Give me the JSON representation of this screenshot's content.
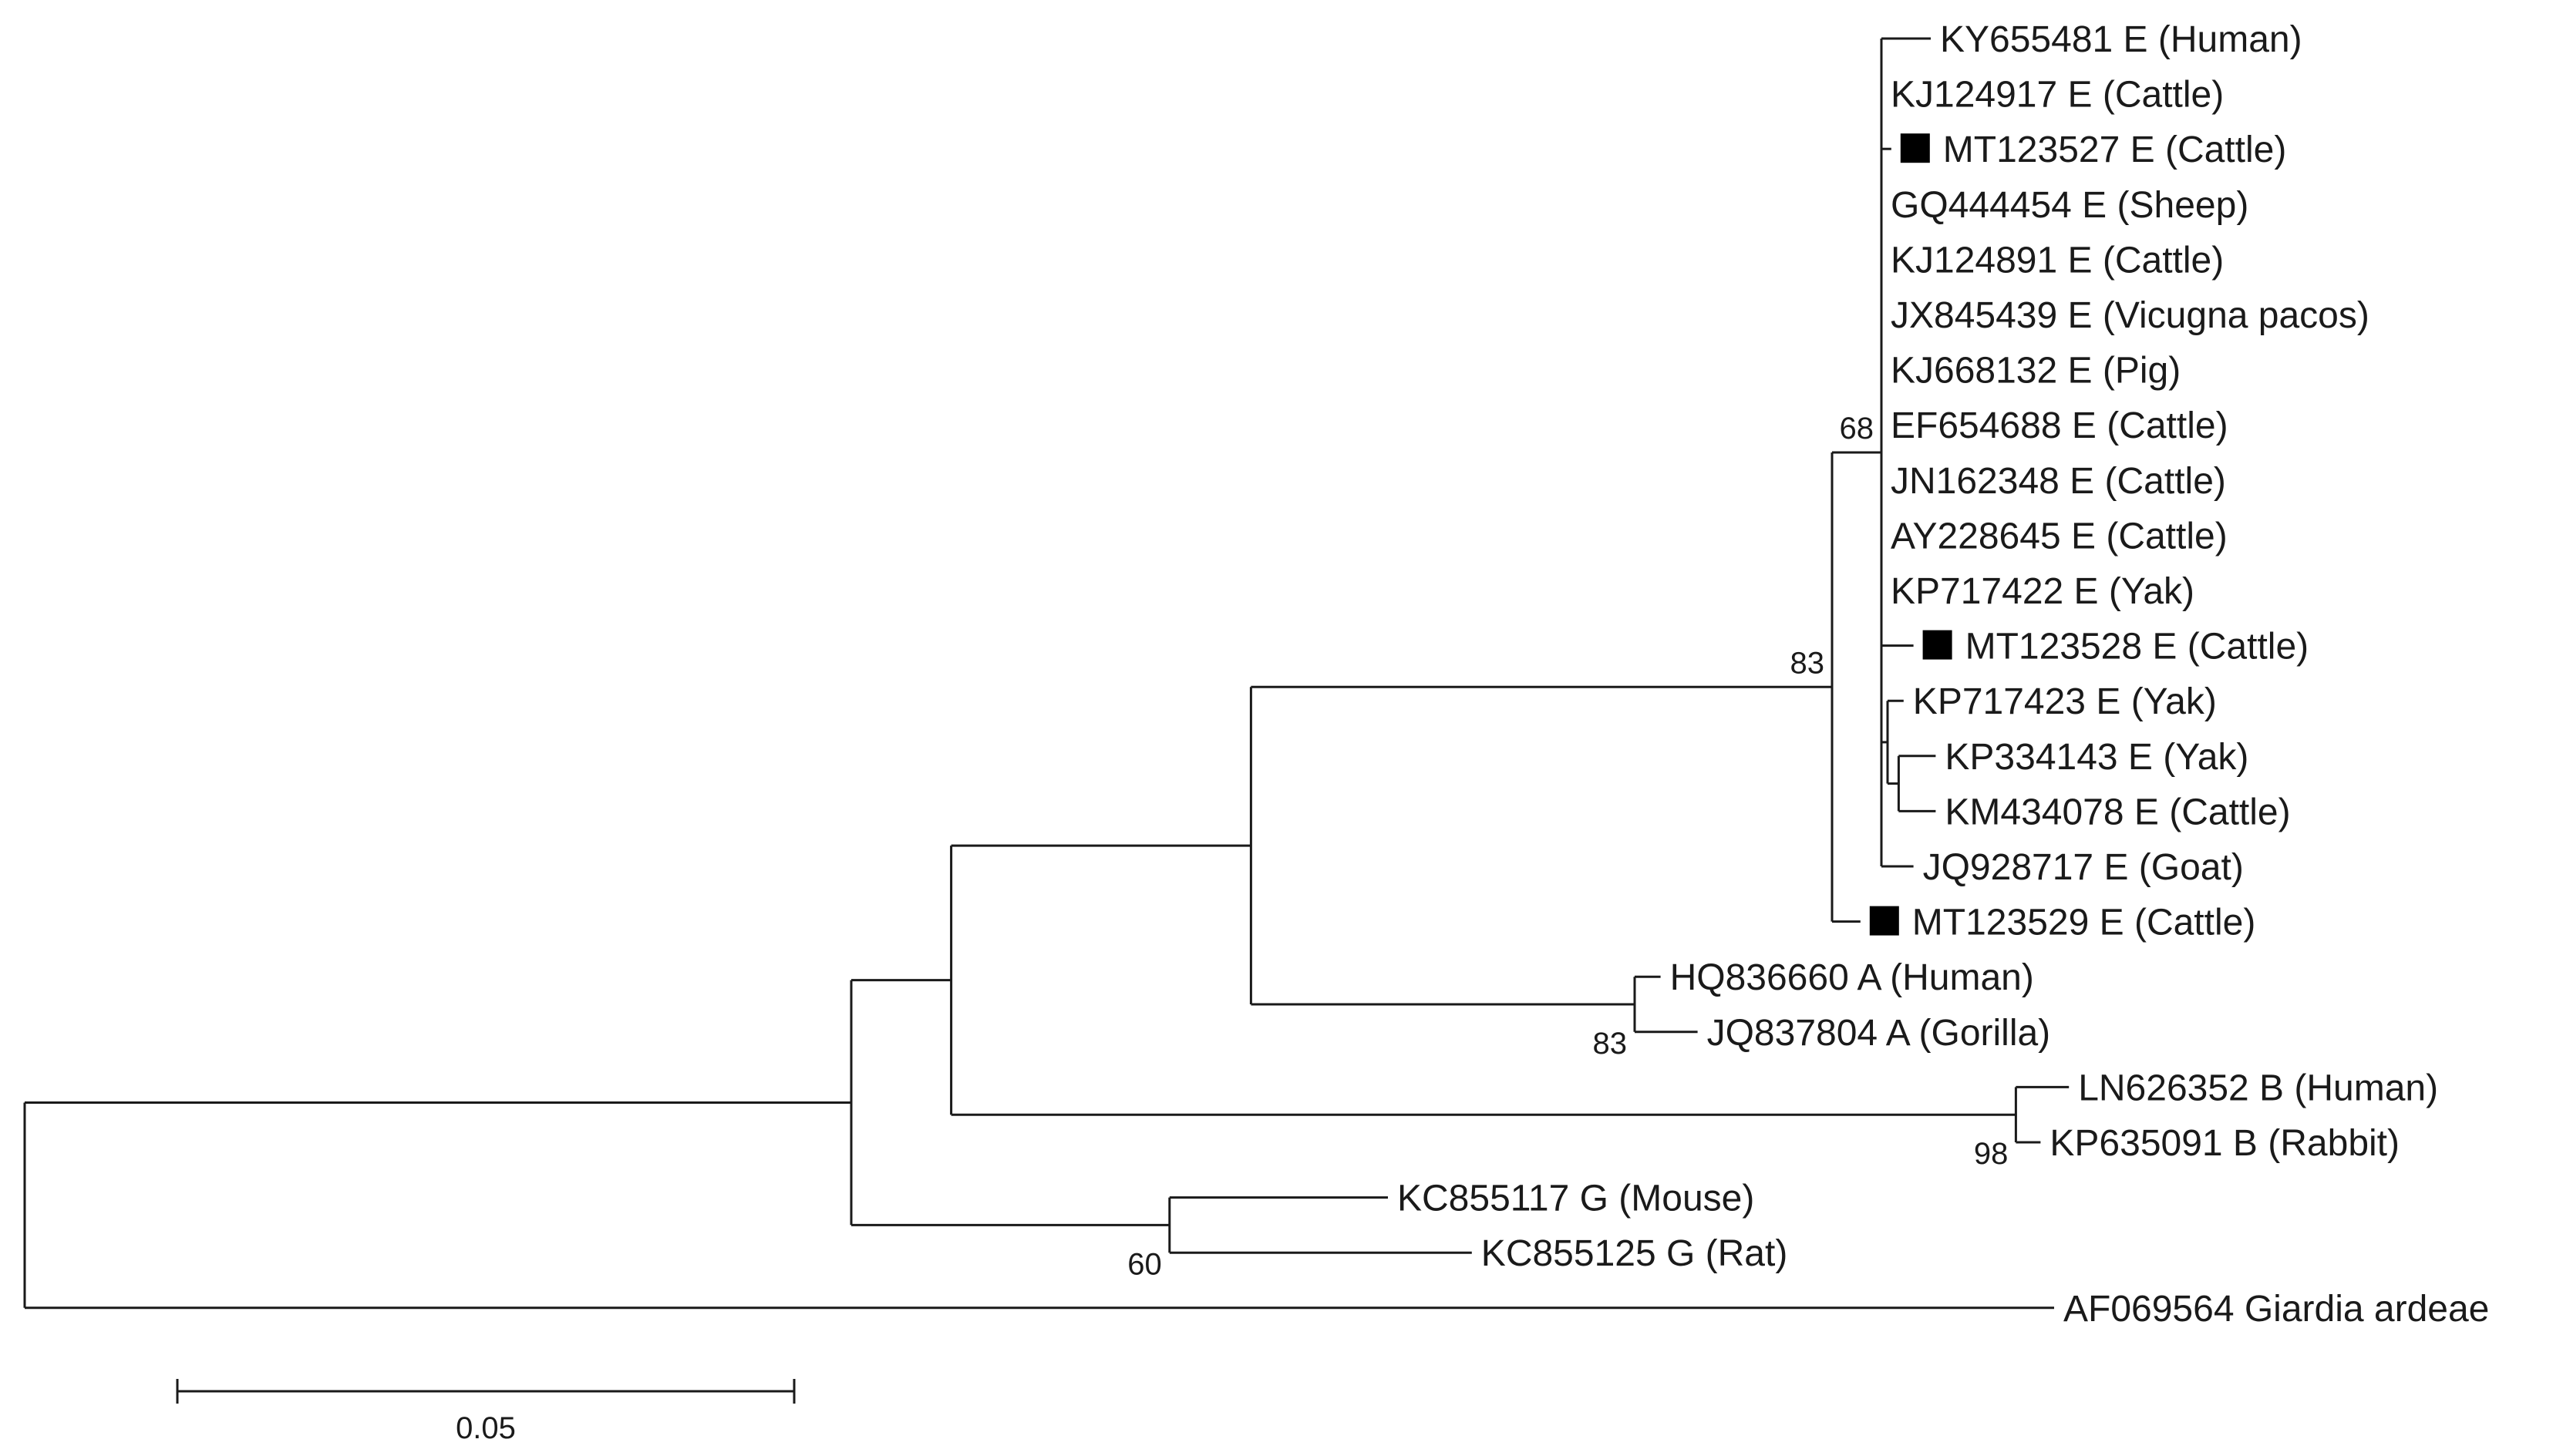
{
  "tree": {
    "type": "phylogenetic-tree",
    "ink_color": "#1a1a1a",
    "marker_color": "#000000",
    "scale": {
      "value": 0.05,
      "label": "0.05"
    },
    "root": {
      "id": "root",
      "children": [
        {
          "id": "ingroup",
          "length": 0.067,
          "children": [
            {
              "id": "nAEB",
              "length": 0.0081,
              "children": [
                {
                  "id": "nAE",
                  "length": 0.0243,
                  "children": [
                    {
                      "id": "nE",
                      "length": 0.0471,
                      "support": "83",
                      "children": [
                        {
                          "id": "nE1",
                          "length": 0.004,
                          "support": "68",
                          "children": [
                            {
                              "id": "t01",
                              "name": "KY655481 E (Human)",
                              "length": 0.004
                            },
                            {
                              "id": "t02",
                              "name": "KJ124917 E (Cattle)",
                              "length": 0.0
                            },
                            {
                              "id": "t03",
                              "name": "MT123527 E (Cattle)",
                              "length": 0.0008,
                              "marker": true
                            },
                            {
                              "id": "t04",
                              "name": "GQ444454 E (Sheep)",
                              "length": 0.0
                            },
                            {
                              "id": "t05",
                              "name": "KJ124891 E (Cattle)",
                              "length": 0.0
                            },
                            {
                              "id": "t06",
                              "name": "JX845439 E (Vicugna pacos)",
                              "length": 0.0
                            },
                            {
                              "id": "t07",
                              "name": "KJ668132 E (Pig)",
                              "length": 0.0
                            },
                            {
                              "id": "t08",
                              "name": "EF654688 E (Cattle)",
                              "length": 0.0
                            },
                            {
                              "id": "t09",
                              "name": "JN162348 E (Cattle)",
                              "length": 0.0
                            },
                            {
                              "id": "t10",
                              "name": "AY228645 E (Cattle)",
                              "length": 0.0
                            },
                            {
                              "id": "t11",
                              "name": "KP717422 E (Yak)",
                              "length": 0.0
                            },
                            {
                              "id": "t12",
                              "name": "MT123528 E (Cattle)",
                              "length": 0.0026,
                              "marker": true
                            },
                            {
                              "id": "nK",
                              "length": 0.0005,
                              "children": [
                                {
                                  "id": "t13",
                                  "name": "KP717423 E (Yak)",
                                  "length": 0.0013
                                },
                                {
                                  "id": "nK2",
                                  "length": 0.0009,
                                  "children": [
                                    {
                                      "id": "t14",
                                      "name": "KP334143 E (Yak)",
                                      "length": 0.003
                                    },
                                    {
                                      "id": "t15",
                                      "name": "KM434078 E (Cattle)",
                                      "length": 0.003
                                    }
                                  ]
                                }
                              ]
                            },
                            {
                              "id": "t16",
                              "name": "JQ928717 E (Goat)",
                              "length": 0.0026
                            }
                          ]
                        },
                        {
                          "id": "t17",
                          "name": "MT123529 E (Cattle)",
                          "length": 0.0023,
                          "marker": true
                        }
                      ]
                    },
                    {
                      "id": "nA",
                      "length": 0.0311,
                      "support": "83",
                      "children": [
                        {
                          "id": "t18",
                          "name": "HQ836660 A (Human)",
                          "length": 0.0021
                        },
                        {
                          "id": "t19",
                          "name": "JQ837804 A (Gorilla)",
                          "length": 0.0051
                        }
                      ]
                    }
                  ]
                },
                {
                  "id": "nB",
                  "length": 0.0863,
                  "support": "98",
                  "children": [
                    {
                      "id": "t20",
                      "name": "LN626352 B (Human)",
                      "length": 0.0043
                    },
                    {
                      "id": "t21",
                      "name": "KP635091 B (Rabbit)",
                      "length": 0.002
                    }
                  ]
                }
              ]
            },
            {
              "id": "nG",
              "length": 0.0258,
              "support": "60",
              "children": [
                {
                  "id": "t22",
                  "name": "KC855117 G (Mouse)",
                  "length": 0.0177
                },
                {
                  "id": "t23",
                  "name": "KC855125 G (Rat)",
                  "length": 0.0245
                }
              ]
            }
          ]
        },
        {
          "id": "t24",
          "name": "AF069564 Giardia ardeae",
          "length": 0.1645
        }
      ]
    }
  }
}
